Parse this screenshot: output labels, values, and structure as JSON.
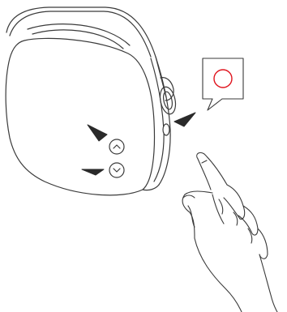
{
  "illustration": {
    "subject": "speaker",
    "line_color": "#3a3a3a",
    "arrow_color": "#2a2a2a",
    "indicator_color": "#e0141e",
    "buttons": [
      {
        "name": "volume-up-button",
        "glyph": "chevron-up-icon"
      },
      {
        "name": "volume-down-button",
        "glyph": "chevron-down-icon"
      }
    ],
    "callout": {
      "shows": "red-ring-indicator-icon"
    },
    "gesture": "pointing-hand-icon"
  }
}
